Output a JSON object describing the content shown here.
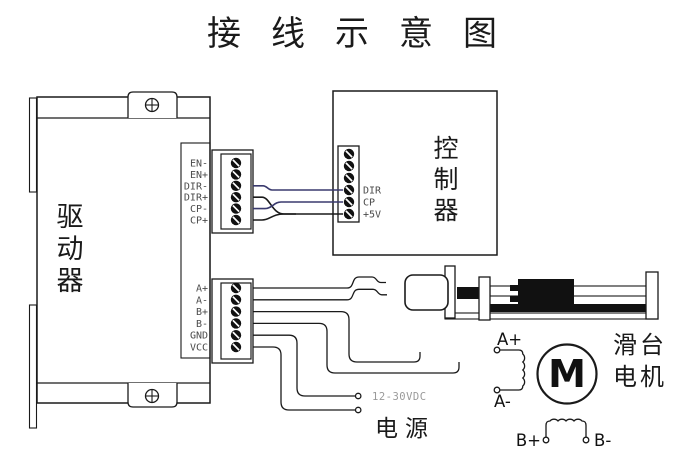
{
  "title": "接线示意图",
  "driver": {
    "label": "驱动器",
    "signal_terminals": [
      "EN-",
      "EN+",
      "DIR-",
      "DIR+",
      "CP-",
      "CP+"
    ],
    "power_terminals": [
      "A+",
      "A-",
      "B+",
      "B-",
      "GND",
      "VCC"
    ]
  },
  "controller": {
    "label": "控制器",
    "terminals": [
      "DIR",
      "CP",
      "+5V"
    ]
  },
  "power_supply": {
    "voltage": "12-30VDC",
    "label": "电源"
  },
  "motor": {
    "symbol": "M",
    "label_line1": "滑台",
    "label_line2": "电机",
    "phase_a": [
      "A+",
      "A-"
    ],
    "phase_b": [
      "B+",
      "B-"
    ]
  },
  "colors": {
    "signal_wire_blue": "#3a3a6e",
    "wire_black": "#1a1a1a"
  }
}
